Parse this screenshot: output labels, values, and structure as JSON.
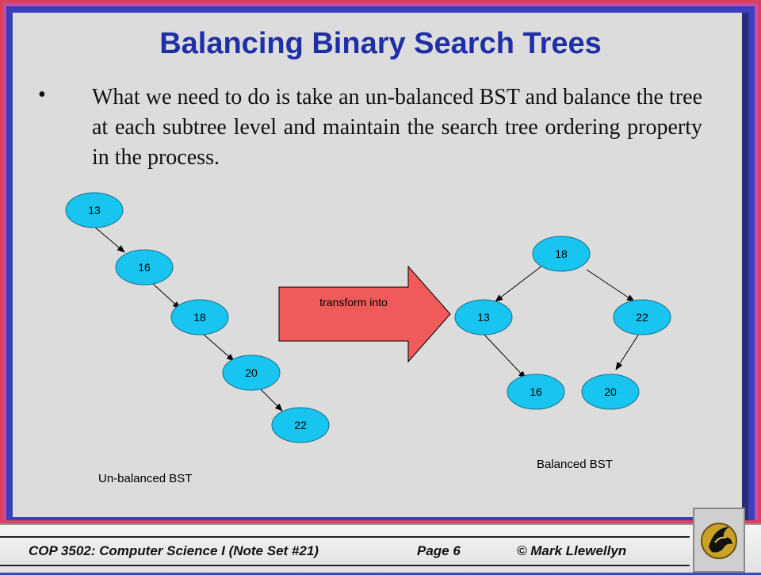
{
  "slide": {
    "title": "Balancing Binary Search Trees",
    "bullet_symbol": "•",
    "body": "What we need to do is take an un-balanced BST and balance the tree at each subtree level and maintain the search tree ordering property in the process."
  },
  "diagram": {
    "unbalanced": {
      "caption": "Un-balanced BST",
      "nodes": [
        "13",
        "16",
        "18",
        "20",
        "22"
      ]
    },
    "transform_label": "transform into",
    "balanced": {
      "caption": "Balanced BST",
      "root": "18",
      "left": "13",
      "right": "22",
      "left_right": "16",
      "right_left": "20"
    },
    "colors": {
      "node_fill": "#18c5f0",
      "arrow_fill": "#f05a5a"
    }
  },
  "footer": {
    "course": "COP 3502: Computer Science I  (Note Set #21)",
    "page": "Page 6",
    "copyright": "© Mark Llewellyn"
  },
  "logo_icon": "pegasus-logo-icon"
}
